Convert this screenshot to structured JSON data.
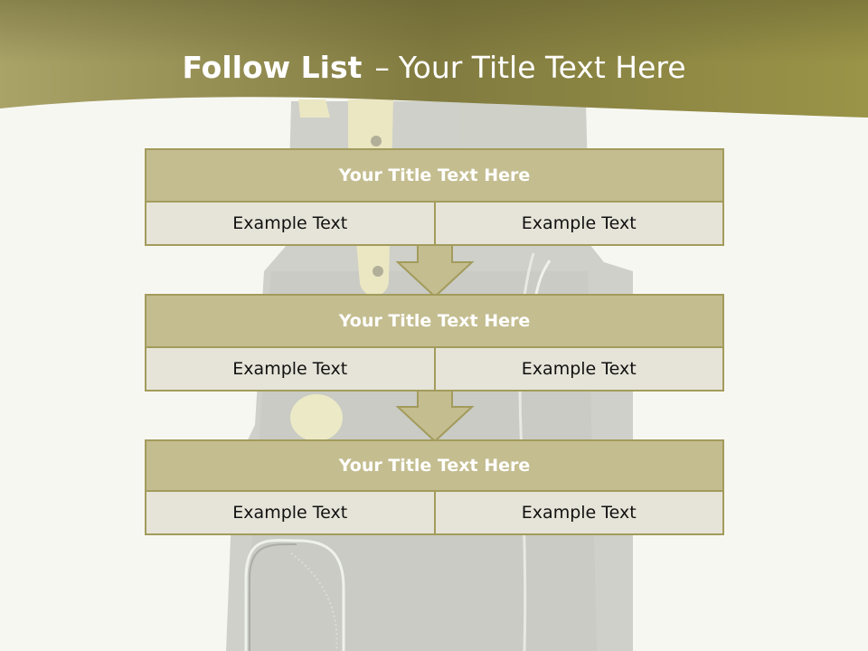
{
  "title": {
    "bold": "Follow List",
    "separator": "–",
    "rest": "Your Title Text Here"
  },
  "blocks": [
    {
      "title": "Your Title Text Here",
      "cells": [
        "Example Text",
        "Example Text"
      ]
    },
    {
      "title": "Your Title Text Here",
      "cells": [
        "Example Text",
        "Example Text"
      ]
    },
    {
      "title": "Your Title Text Here",
      "cells": [
        "Example Text",
        "Example Text"
      ]
    }
  ],
  "colors": {
    "header_band": "#8c8644",
    "block_head": "#c4bd90",
    "block_row": "#e6e4d8",
    "border": "#a39b5c",
    "arrow": "#c4bd90"
  }
}
